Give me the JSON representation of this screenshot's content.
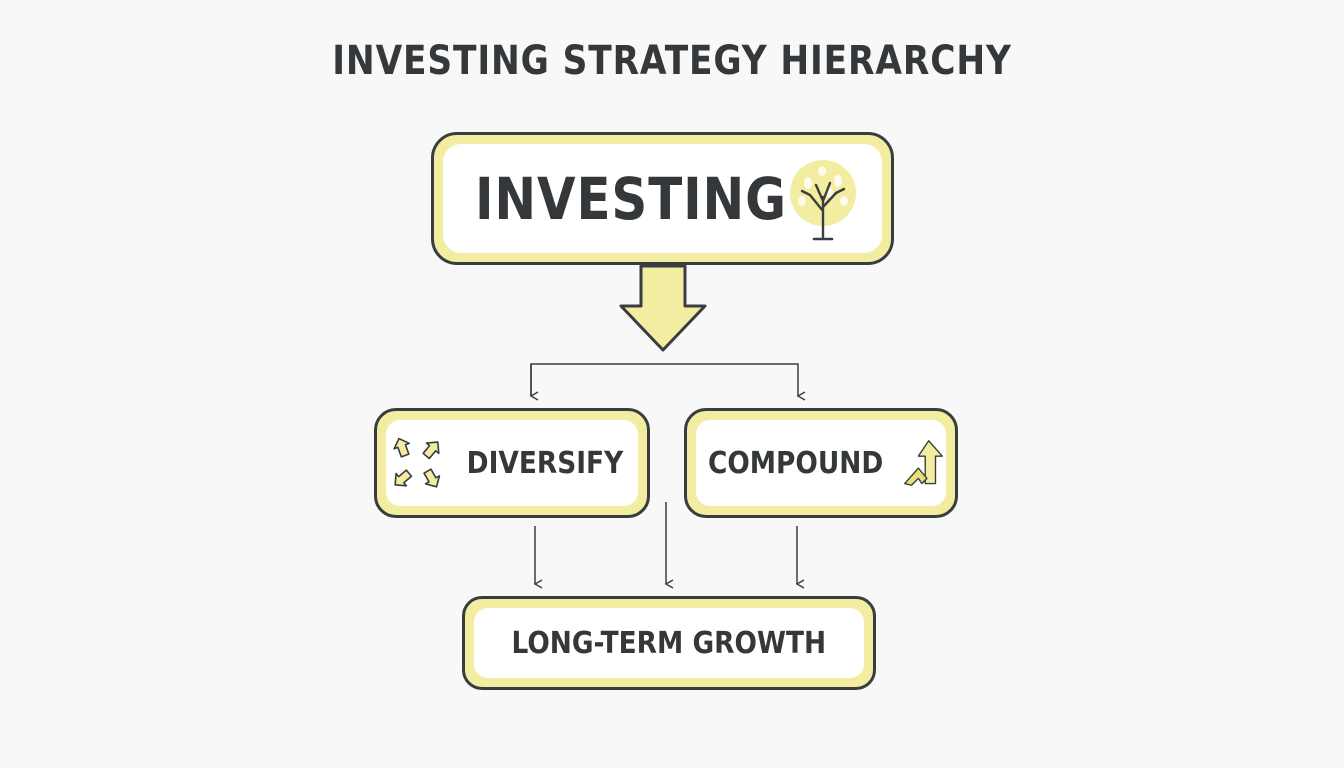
{
  "title": "INVESTING STRATEGY HIERARCHY",
  "nodes": {
    "root": {
      "label": "INVESTING",
      "icon": "tree-icon"
    },
    "diversify": {
      "label": "DIVERSIFY",
      "icon": "scatter-arrows-icon"
    },
    "compound": {
      "label": "COMPOUND",
      "icon": "up-arrow-icon"
    },
    "growth": {
      "label": "LONG-TERM GROWTH"
    }
  },
  "edges": [
    {
      "from": "root",
      "to": "diversify"
    },
    {
      "from": "root",
      "to": "compound"
    },
    {
      "from": "diversify",
      "to": "growth"
    },
    {
      "from": "root",
      "to": "growth"
    },
    {
      "from": "compound",
      "to": "growth"
    }
  ],
  "colors": {
    "accent": "#f3eda2",
    "accent_dark": "#e8de7a",
    "stroke": "#3a3d3f",
    "text": "#35383a",
    "background": "#f7f8f7"
  }
}
